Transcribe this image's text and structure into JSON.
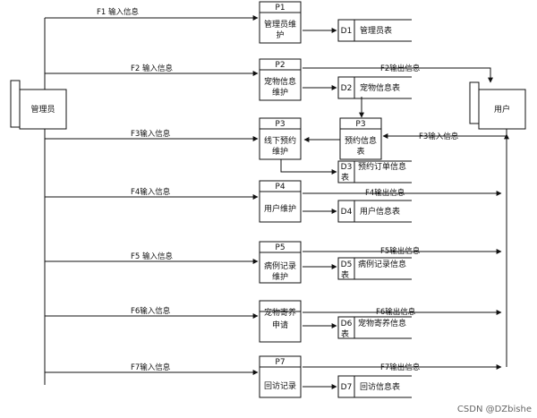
{
  "entities": {
    "admin": "管理员",
    "user": "用户"
  },
  "processes": [
    {
      "id": "P1",
      "lines": [
        "管理员维",
        "护"
      ]
    },
    {
      "id": "P2",
      "lines": [
        "宠物信息",
        "维护"
      ]
    },
    {
      "id": "P3",
      "lines": [
        "线下预约",
        "维护"
      ]
    },
    {
      "id": "P3",
      "lines": [
        "预约信息",
        "表"
      ]
    },
    {
      "id": "P4",
      "lines": [
        "用户维护"
      ]
    },
    {
      "id": "P5",
      "lines": [
        "病例记录",
        "维护"
      ]
    },
    {
      "id": "",
      "lines": [
        "宠物寄养",
        "申请"
      ]
    },
    {
      "id": "P7",
      "lines": [
        "回访记录"
      ]
    }
  ],
  "stores": [
    {
      "id": "D1",
      "name": "管理员表"
    },
    {
      "id": "D2",
      "name": "宠物信息表"
    },
    {
      "id": "D3",
      "name": "预约订单信息"
    },
    {
      "id": "D4",
      "name": "用户信息表"
    },
    {
      "id": "D5",
      "name": "病例记录信息"
    },
    {
      "id": "D6",
      "name": "宠物寄养信息"
    },
    {
      "id": "D7",
      "name": "回访信息表"
    }
  ],
  "store_wrap": [
    "表",
    "表",
    "表"
  ],
  "flows": {
    "inputs": [
      "F1 输入信息",
      "F2 输入信息",
      "F3输入信息",
      "F4输入信息",
      "F5 输入信息",
      "F6输入信息",
      "F7输入信息"
    ],
    "outputs": [
      "F2输出信息",
      "F4输出信息",
      "F5输出信息",
      "F6输出信息",
      "F7输出信息"
    ],
    "user_input": "F3输入信息"
  },
  "watermark": "CSDN @DZbishe"
}
